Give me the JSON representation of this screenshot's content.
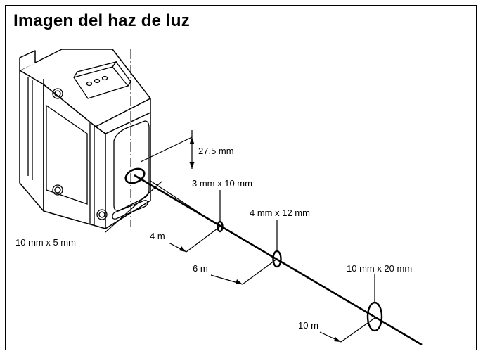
{
  "title": "Imagen del haz de luz",
  "labels": {
    "height": "27,5 mm",
    "spot_origin": "10 mm x 5 mm",
    "spot_4m": "3 mm x 10 mm",
    "spot_6m": "4 mm x 12 mm",
    "spot_10m": "10 mm x 20 mm",
    "dist_4m": "4 m",
    "dist_6m": "6 m",
    "dist_10m": "10 m"
  }
}
